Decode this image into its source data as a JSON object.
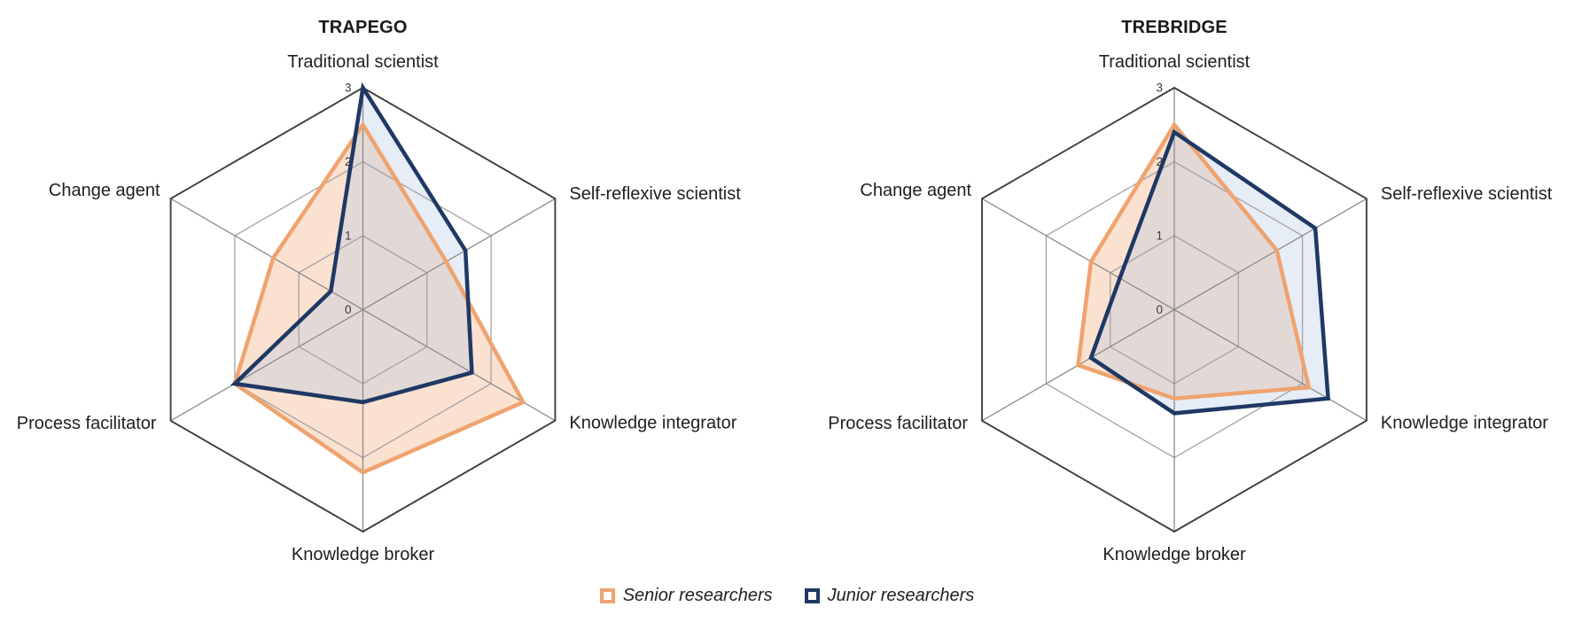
{
  "page": {
    "background": "#ffffff"
  },
  "chart_data": [
    {
      "type": "radar",
      "title": "TRAPEGO",
      "axes": [
        "Traditional scientist",
        "Self-reflexive scientist",
        "Knowledge integrator",
        "Knowledge broker",
        "Process facilitator",
        "Change agent"
      ],
      "ticks": [
        0,
        1,
        2,
        3
      ],
      "rmin": 0,
      "rmax": 3,
      "grid": "hexagonal, levels 1-3, radial spokes",
      "series": [
        {
          "name": "Senior researchers",
          "color": "#EFA36F",
          "fill": "rgba(239,163,111,0.33)",
          "values": [
            2.5,
            1.3,
            2.5,
            2.2,
            2.0,
            1.4
          ]
        },
        {
          "name": "Junior researchers",
          "color": "#1F3864",
          "fill": "rgba(180,199,231,0.33)",
          "values": [
            3.0,
            1.6,
            1.7,
            1.25,
            2.0,
            0.5
          ]
        }
      ]
    },
    {
      "type": "radar",
      "title": "TREBRIDGE",
      "axes": [
        "Traditional scientist",
        "Self-reflexive scientist",
        "Knowledge integrator",
        "Knowledge broker",
        "Process facilitator",
        "Change agent"
      ],
      "ticks": [
        0,
        1,
        2,
        3
      ],
      "rmin": 0,
      "rmax": 3,
      "grid": "hexagonal, levels 1-3, radial spokes",
      "series": [
        {
          "name": "Senior researchers",
          "color": "#EFA36F",
          "fill": "rgba(239,163,111,0.33)",
          "values": [
            2.5,
            1.6,
            2.1,
            1.2,
            1.5,
            1.3
          ]
        },
        {
          "name": "Junior researchers",
          "color": "#1F3864",
          "fill": "rgba(180,199,231,0.33)",
          "values": [
            2.4,
            2.2,
            2.4,
            1.4,
            1.3,
            0.85
          ]
        }
      ]
    }
  ],
  "legend": {
    "position": "bottom-center",
    "items": [
      {
        "label": "Senior researchers",
        "color": "#EFA36F"
      },
      {
        "label": "Junior researchers",
        "color": "#1F3864"
      }
    ]
  },
  "colors": {
    "senior_line": "#EFA36F",
    "junior_line": "#1F3864",
    "grid_inner": "#A6A2A6",
    "spoke": "#8C8C8C",
    "outer_ring": "#3E3E3E",
    "tick_text": "#3B3B3B",
    "label_text": "#1F1F1F"
  }
}
